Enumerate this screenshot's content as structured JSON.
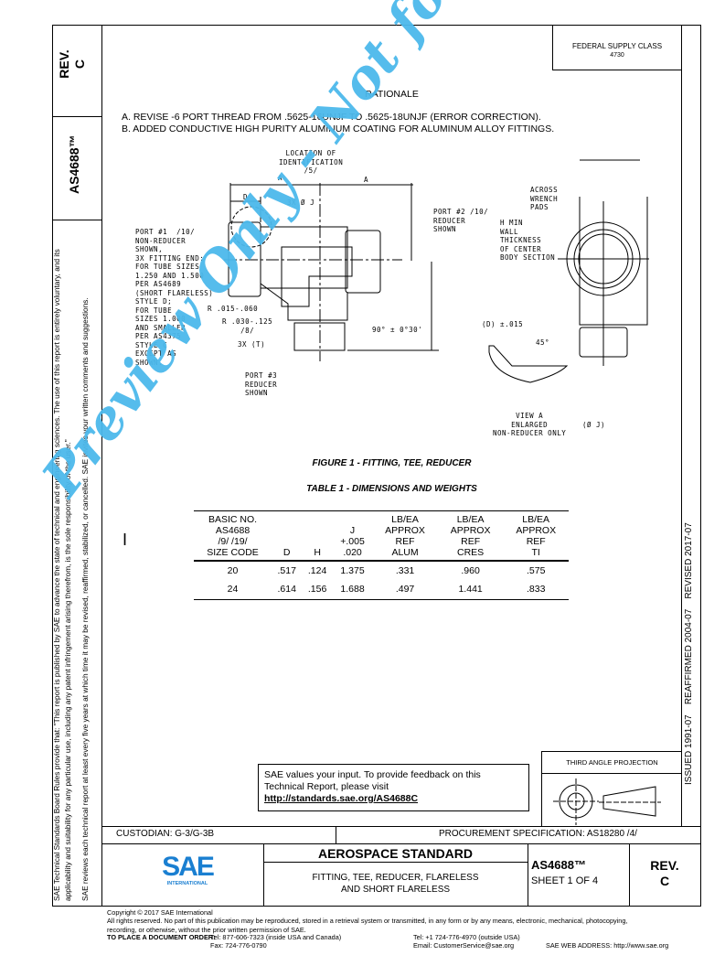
{
  "sidebar": {
    "rev_label": "REV.",
    "rev_value": "C",
    "doc_number": "AS4688™",
    "notice_1": "SAE Technical Standards Board Rules provide that: \"This report is published by SAE to advance the state of technical and engineering sciences. The use of this report is entirely voluntary, and its applicability and suitability for any particular use, including any patent infringement arising therefrom, is the sole responsibility of the user.\"",
    "notice_2": "SAE reviews each technical report at least every five years at which time it may be revised, reaffirmed, stabilized, or cancelled. SAE invites your written comments and suggestions."
  },
  "right_strip": {
    "dates": "ISSUED 1991-07    REAFFIRMED 2004-07    REVISED 2017-07"
  },
  "header": {
    "supply_class_label": "FEDERAL SUPPLY CLASS",
    "supply_class_value": "4730"
  },
  "rationale": {
    "title": "RATIONALE",
    "items": [
      "A. REVISE -6 PORT THREAD FROM .5625-16UNJF TO .5625-18UNJF (ERROR CORRECTION).",
      "B. ADDED CONDUCTIVE HIGH PURITY ALUMINUM COATING FOR ALUMINUM ALLOY FITTINGS."
    ]
  },
  "drawing": {
    "loc_id": "LOCATION OF\nIDENTIFICATION\n/5/",
    "dim_a": "A",
    "dim_d": "D",
    "dim_j": "3X Ø J",
    "port1": "PORT #1  /10/\nNON-REDUCER\nSHOWN,\n3X FITTING END:\nFOR TUBE SIZES\n1.250 AND 1.500\nPER AS4689\n(SHORT FLARELESS)\nSTYLE D;\nFOR TUBE\nSIZES 1.000\nAND SMALLER\nPER AS4375\nSTYLE C\nEXCEPT AS\nSHOWN.",
    "port2": "PORT #2 /10/\nREDUCER\nSHOWN",
    "port3": "PORT #3\nREDUCER\nSHOWN",
    "r1": "R .015-.060",
    "r2": "R .030-.125\n/8/",
    "t": "3X (T)",
    "angle": "90° ± 0°30'",
    "across": "ACROSS\nWRENCH\nPADS",
    "hmin": "H MIN\nWALL\nTHICKNESS\nOF CENTER\nBODY SECTION",
    "d45": "45°",
    "d_note": "(D) ±.015",
    "view": "VIEW A\nENLARGED\nNON-REDUCER ONLY",
    "dj": "(Ø J)"
  },
  "figure_caption": "FIGURE 1 - FITTING, TEE, REDUCER",
  "table_caption": "TABLE 1 - DIMENSIONS AND WEIGHTS",
  "table": {
    "headers": [
      "BASIC NO.\nAS4688\n/9/ /19/\nSIZE CODE",
      "D",
      "H",
      "J\n+.005\n.020",
      "LB/EA\nAPPROX\nREF\nALUM",
      "LB/EA\nAPPROX\nREF\nCRES",
      "LB/EA\nAPPROX\nREF\nTI"
    ],
    "rows": [
      [
        "20",
        ".517",
        ".124",
        "1.375",
        ".331",
        ".960",
        ".575"
      ],
      [
        "24",
        ".614",
        ".156",
        "1.688",
        ".497",
        "1.441",
        ".833"
      ]
    ]
  },
  "change_bar": "I",
  "feedback": {
    "line1": "SAE values your input. To provide feedback on this",
    "line2": "Technical Report, please visit",
    "link": "http://standards.sae.org/AS4688C"
  },
  "projection": {
    "label": "THIRD ANGLE PROJECTION"
  },
  "title_block": {
    "custodian": "CUSTODIAN: G-3/G-3B",
    "procurement": "PROCUREMENT SPECIFICATION: AS18280 /4/",
    "logo_text": "SAE",
    "logo_sub": "INTERNATIONAL",
    "standard": "AEROSPACE STANDARD",
    "title_1": "FITTING, TEE, REDUCER, FLARELESS",
    "title_2": "AND SHORT FLARELESS",
    "doc": "AS4688™",
    "sheet": "SHEET 1 OF 4",
    "rev_label": "REV.",
    "rev_value": "C"
  },
  "footer": {
    "copyright": "Copyright © 2017 SAE International",
    "rights_1": "All rights reserved. No part of this publication may be reproduced, stored in a retrieval system or transmitted, in any form or by any means, electronic, mechanical, photocopying,",
    "rights_2": "recording, or otherwise, without the prior written permission of SAE.",
    "order_label": "TO PLACE A DOCUMENT ORDER:",
    "tel1": "Tel: 877-606-7323 (inside USA and Canada)",
    "tel2": "Tel: +1 724-776-4970 (outside USA)",
    "fax": "Fax: 724-776-0790",
    "email": "Email: CustomerService@sae.org",
    "web": "SAE WEB ADDRESS: http://www.sae.org"
  },
  "watermark": "Preview Only - Not for Distribution",
  "colors": {
    "watermark": "#4cb9ec",
    "logo": "#1a7fd1"
  }
}
